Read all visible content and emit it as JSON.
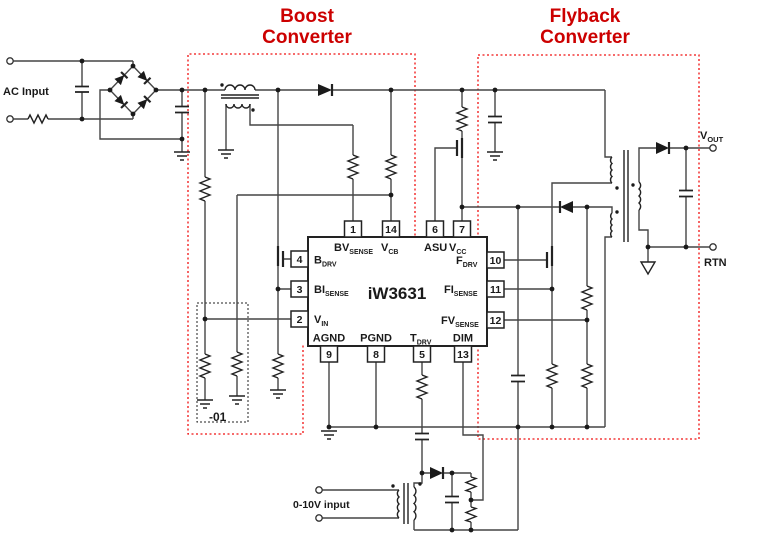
{
  "titles": {
    "boost": [
      "Boost",
      "Converter"
    ],
    "flyback": [
      "Flyback",
      "Converter"
    ]
  },
  "io": {
    "ac_input": "AC Input",
    "vout": {
      "main": "V",
      "sub": "OUT"
    },
    "rtn": "RTN",
    "dim_input": "0-10V input",
    "variant": "-01"
  },
  "ic": {
    "name": "iW3631",
    "pins_top": [
      {
        "num": "1",
        "main": "BV",
        "sub": "SENSE"
      },
      {
        "num": "14",
        "main": "V",
        "sub": "CB"
      },
      {
        "num": "6",
        "main": "ASU",
        "sub": ""
      },
      {
        "num": "7",
        "main": "V",
        "sub": "CC"
      }
    ],
    "pins_left": [
      {
        "num": "4",
        "main": "B",
        "sub": "DRV"
      },
      {
        "num": "3",
        "main": "BI",
        "sub": "SENSE"
      },
      {
        "num": "2",
        "main": "V",
        "sub": "IN"
      }
    ],
    "pins_right": [
      {
        "num": "10",
        "main": "F",
        "sub": "DRV"
      },
      {
        "num": "11",
        "main": "FI",
        "sub": "SENSE"
      },
      {
        "num": "12",
        "main": "FV",
        "sub": "SENSE"
      }
    ],
    "pins_bottom": [
      {
        "num": "9",
        "main": "AGND",
        "sub": ""
      },
      {
        "num": "8",
        "main": "PGND",
        "sub": ""
      },
      {
        "num": "5",
        "main": "T",
        "sub": "DRV"
      },
      {
        "num": "13",
        "main": "DIM",
        "sub": ""
      }
    ]
  },
  "colors": {
    "title_red": "#cc0000",
    "outline_red": "#f01010",
    "wire_gray": "#454545"
  }
}
